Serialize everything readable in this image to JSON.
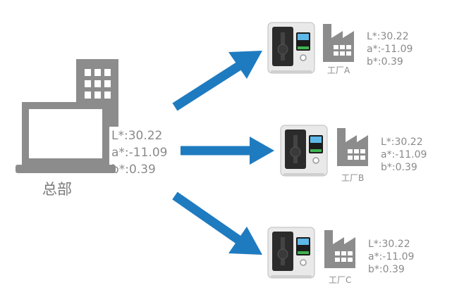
{
  "hq": {
    "name": "总部",
    "values": {
      "L": "L*:30.22",
      "a": "a*:-11.09",
      "b": "b*:0.39"
    }
  },
  "factories": [
    {
      "name": "工厂A",
      "values": {
        "L": "L*:30.22",
        "a": "a*:-11.09",
        "b": "b*:0.39"
      }
    },
    {
      "name": "工厂B",
      "values": {
        "L": "L*:30.22",
        "a": "a*:-11.09",
        "b": "b*:0.39"
      }
    },
    {
      "name": "工厂C",
      "values": {
        "L": "L*:30.22",
        "a": "a*:-11.09",
        "b": "b*:0.39"
      }
    }
  ],
  "colors": {
    "arrow": "#1f7bc0",
    "icon_gray": "#8c8c8c",
    "text_gray": "#8a8a8a",
    "device_body": "#2b2b2b",
    "screen_green": "#3fb34f"
  }
}
